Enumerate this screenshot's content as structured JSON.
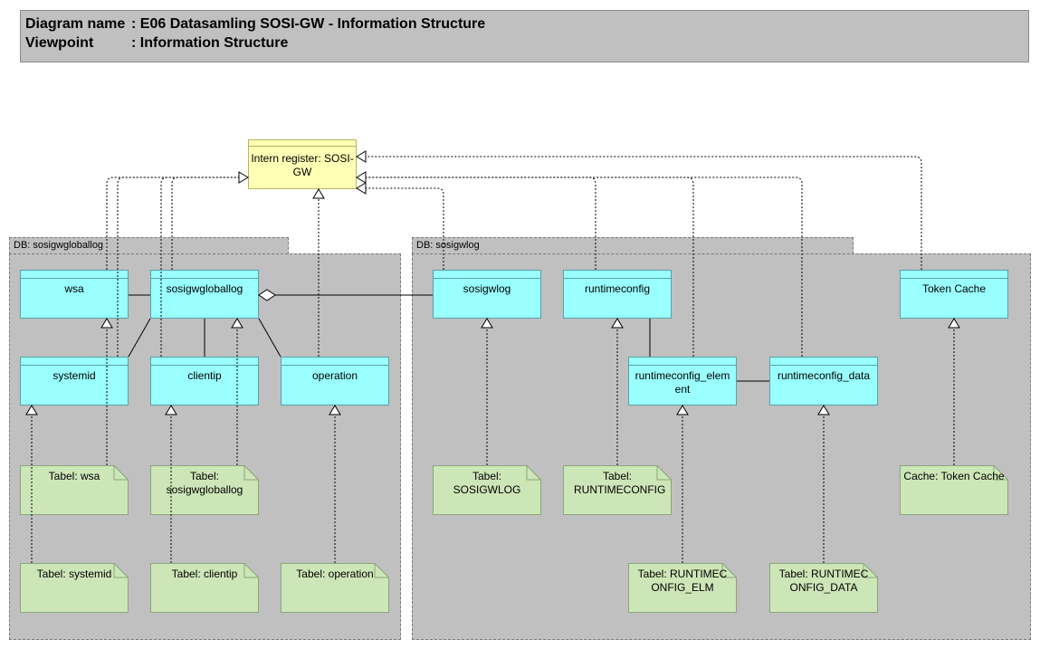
{
  "header": {
    "diagram_name_key": "Diagram name",
    "diagram_name_value": ": E06 Datasamling SOSI-GW - Information Structure",
    "viewpoint_key": "Viewpoint",
    "viewpoint_value": ": Information Structure"
  },
  "intern": {
    "label": "Intern register: SOSI-GW"
  },
  "packages": {
    "left": {
      "label": "DB: sosigwgloballog"
    },
    "right": {
      "label": "DB: sosigwlog"
    }
  },
  "classes": {
    "wsa": "wsa",
    "sosigwgloballog": "sosigwgloballog",
    "systemid": "systemid",
    "clientip": "clientip",
    "operation": "operation",
    "sosigwlog": "sosigwlog",
    "runtimeconfig": "runtimeconfig",
    "token_cache": "Token Cache",
    "runtimeconfig_element": "runtimeconfig_element",
    "runtimeconfig_data": "runtimeconfig_data"
  },
  "notes": {
    "wsa": "Tabel: wsa",
    "sosigwgloballog": "Tabel: sosigwgloballog",
    "systemid": "Tabel: systemid",
    "clientip": "Tabel: clientip",
    "operation": "Tabel: operation",
    "sosigwlog": "Tabel: SOSIGWLOG",
    "runtimeconfig": "Tabel: RUNTIMECONFIG",
    "token_cache": "Cache: Token Cache",
    "runtimeconfig_element": "Tabel: RUNTIMECONFIG_ELM",
    "runtimeconfig_data": "Tabel: RUNTIMECONFIG_DATA"
  },
  "colors": {
    "class_fill": "#99ffff",
    "note_fill": "#cde6b8",
    "intern_fill": "#ffffb5",
    "package_fill": "#c0c0c0"
  }
}
